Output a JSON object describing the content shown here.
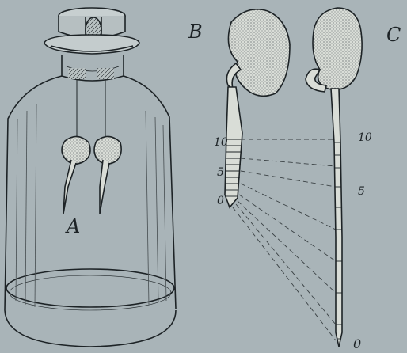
{
  "figure": {
    "panel_labels": {
      "a": "A",
      "b": "B",
      "c": "C"
    },
    "scale_b": {
      "ten": "10",
      "five": "5",
      "zero": "0"
    },
    "scale_c": {
      "ten": "10",
      "five": "5",
      "zero": "0"
    }
  },
  "colors": {
    "background": "#a9b4b8",
    "ink": "#1d2326",
    "seed": "#d9ddd7"
  }
}
